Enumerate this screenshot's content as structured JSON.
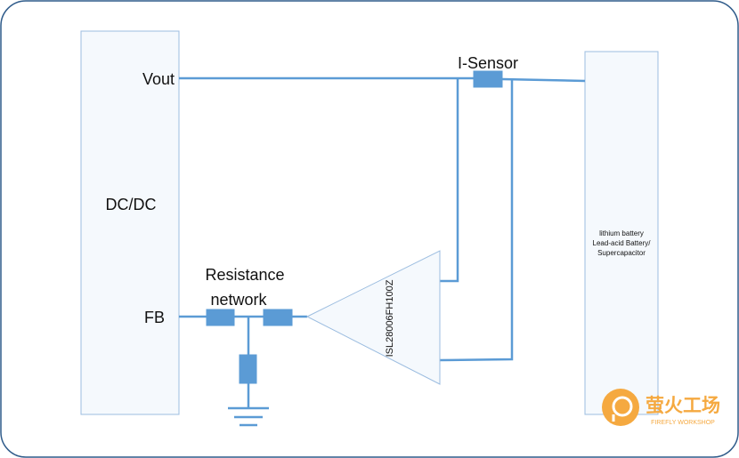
{
  "colors": {
    "frame": "#2f5b8a",
    "wire": "#5b9bd5",
    "block_fill": "#f5f9fd",
    "block_stroke": "#9cbde0",
    "resistor": "#5b9bd5",
    "text": "#111111",
    "logo": "#f5a940"
  },
  "dcdc": {
    "label": "DC/DC",
    "vout_label": "Vout",
    "fb_label": "FB"
  },
  "sensor": {
    "label": "I-Sensor"
  },
  "battery": {
    "line1": "lithium battery",
    "line2": "Lead-acid Battery/",
    "line3": "Supercapacitor"
  },
  "network": {
    "line1": "Resistance",
    "line2": "network"
  },
  "amplifier": {
    "label": "ISL28006FH100Z"
  },
  "logo": {
    "icon": "firefly-logo-icon",
    "cn_text": "萤火工场",
    "en_text": "FIREFLY WORKSHOP"
  }
}
